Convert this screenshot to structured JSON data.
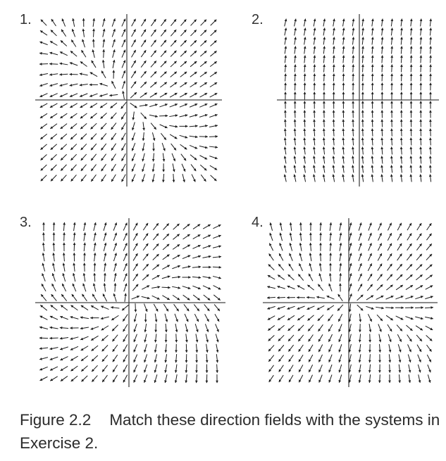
{
  "panels": [
    {
      "label": "1.",
      "field": "f1"
    },
    {
      "label": "2.",
      "field": "f2"
    },
    {
      "label": "3.",
      "field": "f3"
    },
    {
      "label": "4.",
      "field": "f4"
    }
  ],
  "caption": {
    "number": "Figure 2.2",
    "text": "Match these direction fields with the systems in Exercise 2."
  },
  "colors": {
    "ink": "#1a1a1a",
    "axis": "#444444"
  }
}
